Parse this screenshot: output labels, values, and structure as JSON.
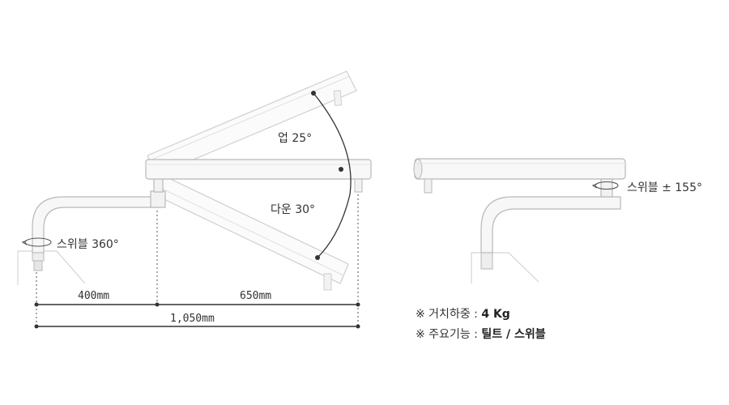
{
  "left_view": {
    "swivel_label": "스위블 360°",
    "up_label": "업 25°",
    "down_label": "다운 30°",
    "dim_left": "400mm",
    "dim_right": "650mm",
    "dim_total": "1,050mm"
  },
  "right_view": {
    "swivel_label": "스위블 ± 155°"
  },
  "notes": [
    {
      "prefix": "※ 거치하중 : ",
      "value": "4 Kg"
    },
    {
      "prefix": "※ 주요기능 : ",
      "value": "틸트 / 스위블"
    }
  ],
  "colors": {
    "arm_fill": "#f7f7f7",
    "arm_stroke": "#b8b8b8",
    "ghost_stroke": "#cfcfcf",
    "dim_line": "#333333",
    "text": "#333333"
  }
}
